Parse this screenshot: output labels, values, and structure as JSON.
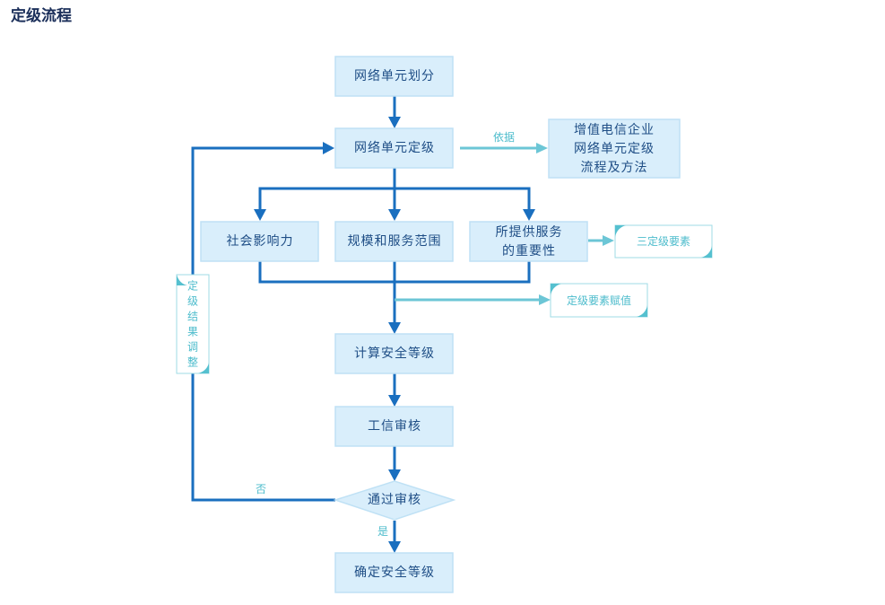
{
  "page": {
    "title": "定级流程"
  },
  "flow": {
    "nodes": {
      "partition": "网络单元划分",
      "grading": "网络单元定级",
      "basis_doc": [
        "增值电信企业",
        "网络单元定级",
        "流程及方法"
      ],
      "social_impact": "社会影响力",
      "scale_scope": "规模和服务范围",
      "importance": [
        "所提供服务",
        "的重要性"
      ],
      "compute_level": "计算安全等级",
      "miit_review": "工信审核",
      "pass_review": "通过审核",
      "confirm_level": "确定安全等级"
    },
    "tags": {
      "three_elements": "三定级要素",
      "element_assign": "定级要素赋值",
      "adjust_result": "定级结果调整"
    },
    "edge_labels": {
      "basis": "依据",
      "no": "否",
      "yes": "是"
    }
  },
  "colors": {
    "box_fill": "#d9eefb",
    "box_border": "#bfe1f5",
    "primary_line": "#1a6fbf",
    "secondary_line": "#6cc6d6",
    "node_text": "#1f4e86",
    "tag_text": "#4dbccc",
    "title_text": "#1b2f5a"
  }
}
